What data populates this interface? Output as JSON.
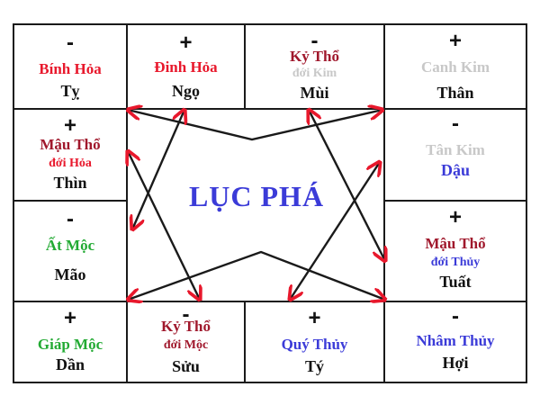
{
  "colors": {
    "red": "#e8182c",
    "dark_red": "#a0182c",
    "gray": "#c8c8c8",
    "green": "#22aa33",
    "blue": "#3b3bd8",
    "black": "#111111",
    "arrow_dark": "#1a1a1a",
    "arrow_head": "#e8182c"
  },
  "center_title": "LỤC PHÁ",
  "cells": {
    "ty_snake": {
      "sign": "-",
      "element": "Bính Hỏa",
      "branch": "Tỵ"
    },
    "ngo": {
      "sign": "+",
      "element": "Đinh Hỏa",
      "branch": "Ngọ"
    },
    "mui": {
      "sign": "-",
      "element": "Kỷ Thổ",
      "note": "đới Kim",
      "branch": "Mùi"
    },
    "than": {
      "sign": "+",
      "element": "Canh Kim",
      "branch": "Thân"
    },
    "thin": {
      "sign": "+",
      "element": "Mậu Thổ",
      "note": "đới Hỏa",
      "branch": "Thìn"
    },
    "dau": {
      "sign": "-",
      "element": "Tân Kim",
      "branch": "Dậu"
    },
    "mao": {
      "sign": "-",
      "element": "Ất Mộc",
      "branch": "Mão"
    },
    "tuat": {
      "sign": "+",
      "element": "Mậu Thổ",
      "note": "đới Thủy",
      "branch": "Tuất"
    },
    "dan": {
      "sign": "+",
      "element": "Giáp Mộc",
      "branch": "Dần"
    },
    "suu": {
      "sign": "-",
      "element": "Kỷ Thổ",
      "note": "đới Mộc",
      "branch": "Sửu"
    },
    "ty_rat": {
      "sign": "+",
      "element": "Quý Thủy",
      "branch": "Tý"
    },
    "hoi": {
      "sign": "-",
      "element": "Nhâm Thủy",
      "branch": "Hợi"
    }
  },
  "pairs": [
    {
      "a": "Tỵ",
      "b": "Thân"
    },
    {
      "a": "Ngọ",
      "b": "Mão"
    },
    {
      "a": "Mùi",
      "b": "Tuất"
    },
    {
      "a": "Thìn",
      "b": "Sửu"
    },
    {
      "a": "Dần",
      "b": "Hợi"
    },
    {
      "a": "Tý",
      "b": "Dậu"
    }
  ]
}
